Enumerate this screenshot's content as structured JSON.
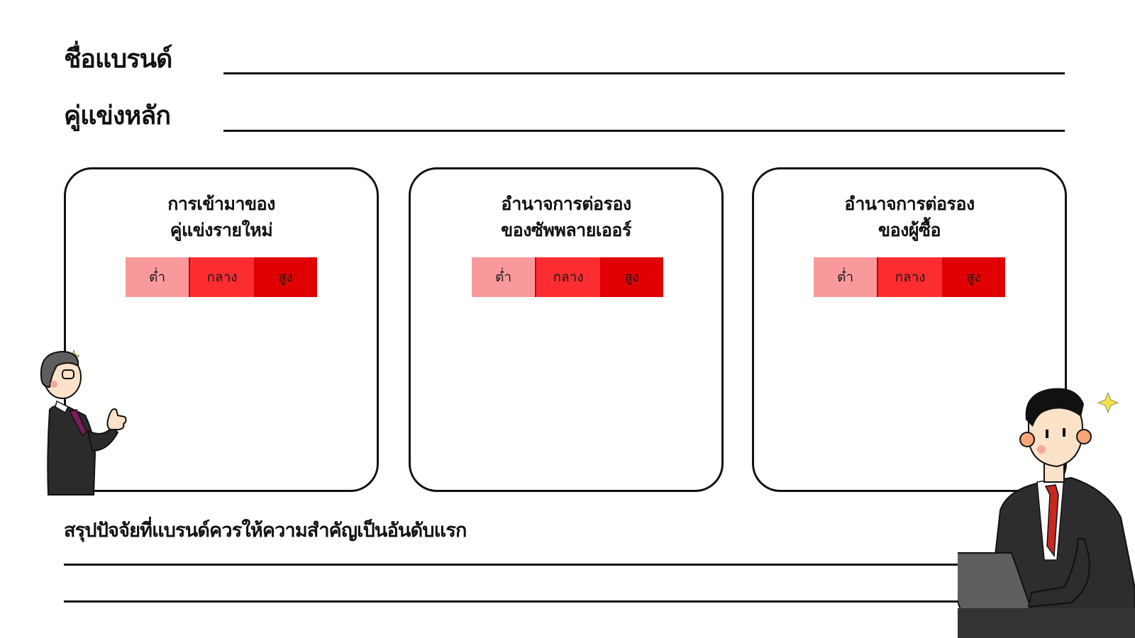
{
  "header": {
    "brand_label": "ชื่อแบรนด์",
    "competitor_label": "คู่แข่งหลัก"
  },
  "scale_labels": {
    "low": "ต่ำ",
    "medium": "กลาง",
    "high": "สูง"
  },
  "cards": [
    {
      "title_line1": "การเข้ามาของ",
      "title_line2": "คู่แข่งรายใหม่"
    },
    {
      "title_line1": "อำนาจการต่อรอง",
      "title_line2": "ของซัพพลายเออร์"
    },
    {
      "title_line1": "อำนาจการต่อรอง",
      "title_line2": "ของผู้ซื้อ"
    }
  ],
  "summary": {
    "title": "สรุปปัจจัยที่แบรนด์ควรให้ความสำคัญเป็นอันดับแรก"
  },
  "colors": {
    "low": "#f9999c",
    "medium": "#fb2d31",
    "high": "#e00004"
  },
  "icons": {
    "left_illustration": "elderly-man-thumbs-up-illustration",
    "right_illustration": "businessman-laptop-illustration"
  }
}
